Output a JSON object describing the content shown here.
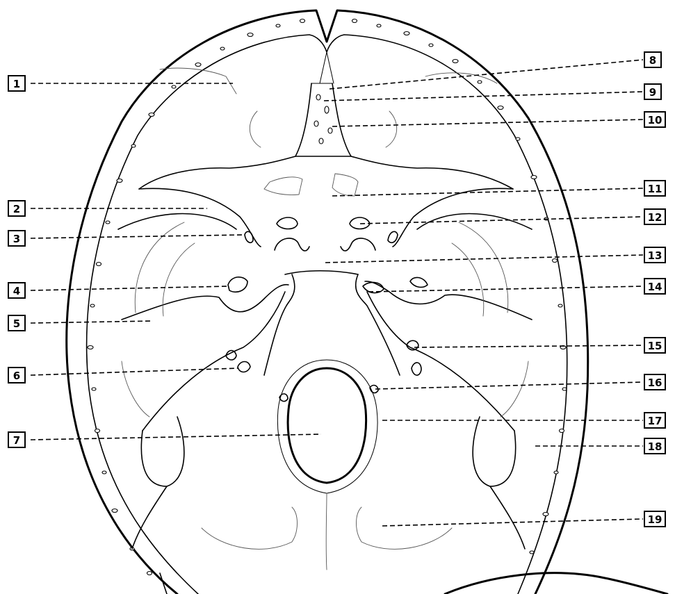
{
  "labels": [
    {
      "id": "1",
      "text": "1"
    },
    {
      "id": "2",
      "text": "2"
    },
    {
      "id": "3",
      "text": "3"
    },
    {
      "id": "4",
      "text": "4"
    },
    {
      "id": "5",
      "text": "5"
    },
    {
      "id": "6",
      "text": "6"
    },
    {
      "id": "7",
      "text": "7"
    },
    {
      "id": "8",
      "text": "8"
    },
    {
      "id": "9",
      "text": "9"
    },
    {
      "id": "10",
      "text": "10"
    },
    {
      "id": "11",
      "text": "11"
    },
    {
      "id": "12",
      "text": "12"
    },
    {
      "id": "13",
      "text": "13"
    },
    {
      "id": "14",
      "text": "14"
    },
    {
      "id": "15",
      "text": "15"
    },
    {
      "id": "16",
      "text": "16"
    },
    {
      "id": "17",
      "text": "17"
    },
    {
      "id": "18",
      "text": "18"
    },
    {
      "id": "19",
      "text": "19"
    }
  ]
}
